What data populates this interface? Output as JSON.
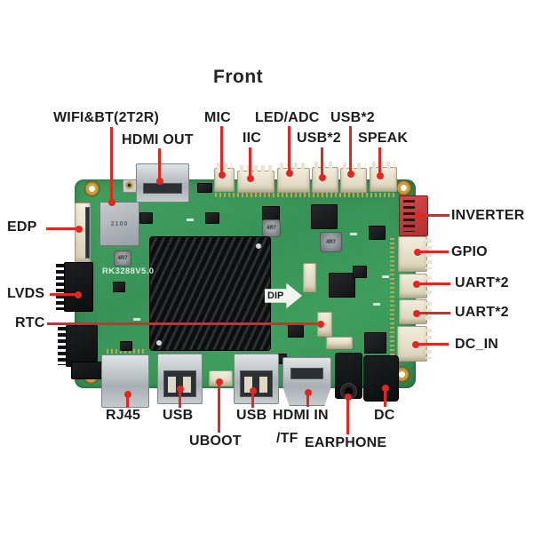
{
  "title": "Front",
  "labels": {
    "wifi_bt": "WIFI&BT(2T2R)",
    "hdmi_out": "HDMI OUT",
    "mic": "MIC",
    "iic": "IIC",
    "led_adc": "LED/ADC",
    "usb2_top": "USB*2",
    "usb2_mid": "USB*2",
    "speak": "SPEAK",
    "edp": "EDP",
    "lvds": "LVDS",
    "rtc": "RTC",
    "inverter": "INVERTER",
    "gpio": "GPIO",
    "uart2_a": "UART*2",
    "uart2_b": "UART*2",
    "dc_in": "DC_IN",
    "rj45": "RJ45",
    "usb_left": "USB",
    "uboot": "UBOOT",
    "usb_right": "USB",
    "hdmi_in": "HDMI IN",
    "tf": "/TF",
    "earphone": "EARPHONE",
    "dc": "DC"
  },
  "board": {
    "silkscreen": "RK3288V5.0",
    "dip": "DIP",
    "wifi_module": "2100",
    "inductor": "4R7"
  },
  "colors": {
    "annotation_red": "#e22722",
    "pcb_green": "#3f9e5d",
    "connector_cream": "#e9e3d1",
    "inverter_red": "#c23c3d",
    "metal_silver": "#c2c6c9",
    "heatsink_black": "#141414",
    "pin_gold": "#caa24a"
  }
}
